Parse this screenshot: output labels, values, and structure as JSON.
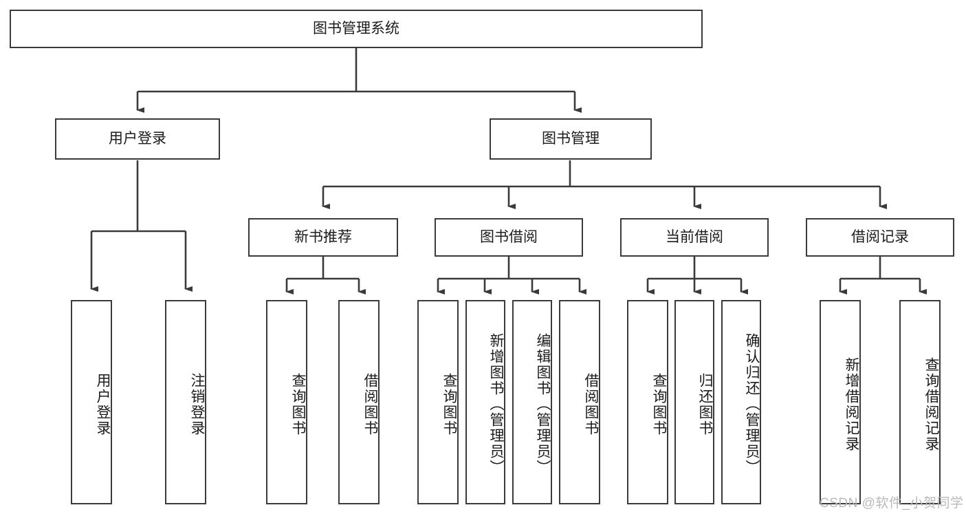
{
  "diagram": {
    "title": "图书管理系统",
    "type": "tree",
    "root": {
      "label": "图书管理系统"
    },
    "level2": [
      {
        "id": "user-login",
        "label": "用户登录"
      },
      {
        "id": "book-manage",
        "label": "图书管理"
      }
    ],
    "level3": [
      {
        "id": "new-book-recommend",
        "label": "新书推荐",
        "parent": "book-manage"
      },
      {
        "id": "book-borrow",
        "label": "图书借阅",
        "parent": "book-manage"
      },
      {
        "id": "current-borrow",
        "label": "当前借阅",
        "parent": "book-manage"
      },
      {
        "id": "borrow-record",
        "label": "借阅记录",
        "parent": "book-manage"
      }
    ],
    "leaves": {
      "user-login": [
        {
          "id": "leaf-user-login",
          "label": "用户登录"
        },
        {
          "id": "leaf-user-logout",
          "label": "注销登录"
        }
      ],
      "new-book-recommend": [
        {
          "id": "leaf-query-book-1",
          "label": "查询图书"
        },
        {
          "id": "leaf-borrow-book-1",
          "label": "借阅图书"
        }
      ],
      "book-borrow": [
        {
          "id": "leaf-query-book-2",
          "label": "查询图书"
        },
        {
          "id": "leaf-add-book",
          "label": "新增图书（管理员）"
        },
        {
          "id": "leaf-edit-book",
          "label": "编辑图书（管理员）"
        },
        {
          "id": "leaf-borrow-book-2",
          "label": "借阅图书"
        }
      ],
      "current-borrow": [
        {
          "id": "leaf-query-book-3",
          "label": "查询图书"
        },
        {
          "id": "leaf-return-book",
          "label": "归还图书"
        },
        {
          "id": "leaf-confirm-return",
          "label": "确认归还（管理员）"
        }
      ],
      "borrow-record": [
        {
          "id": "leaf-add-record",
          "label": "新增借阅记录"
        },
        {
          "id": "leaf-query-record",
          "label": "查询借阅记录"
        }
      ]
    }
  },
  "watermark": {
    "text": "CSDN @软件_小贺同学"
  },
  "colors": {
    "stroke": "#3a3a3a",
    "text": "#1b1b1b",
    "background": "#ffffff",
    "watermark": "#b9b9b9"
  }
}
